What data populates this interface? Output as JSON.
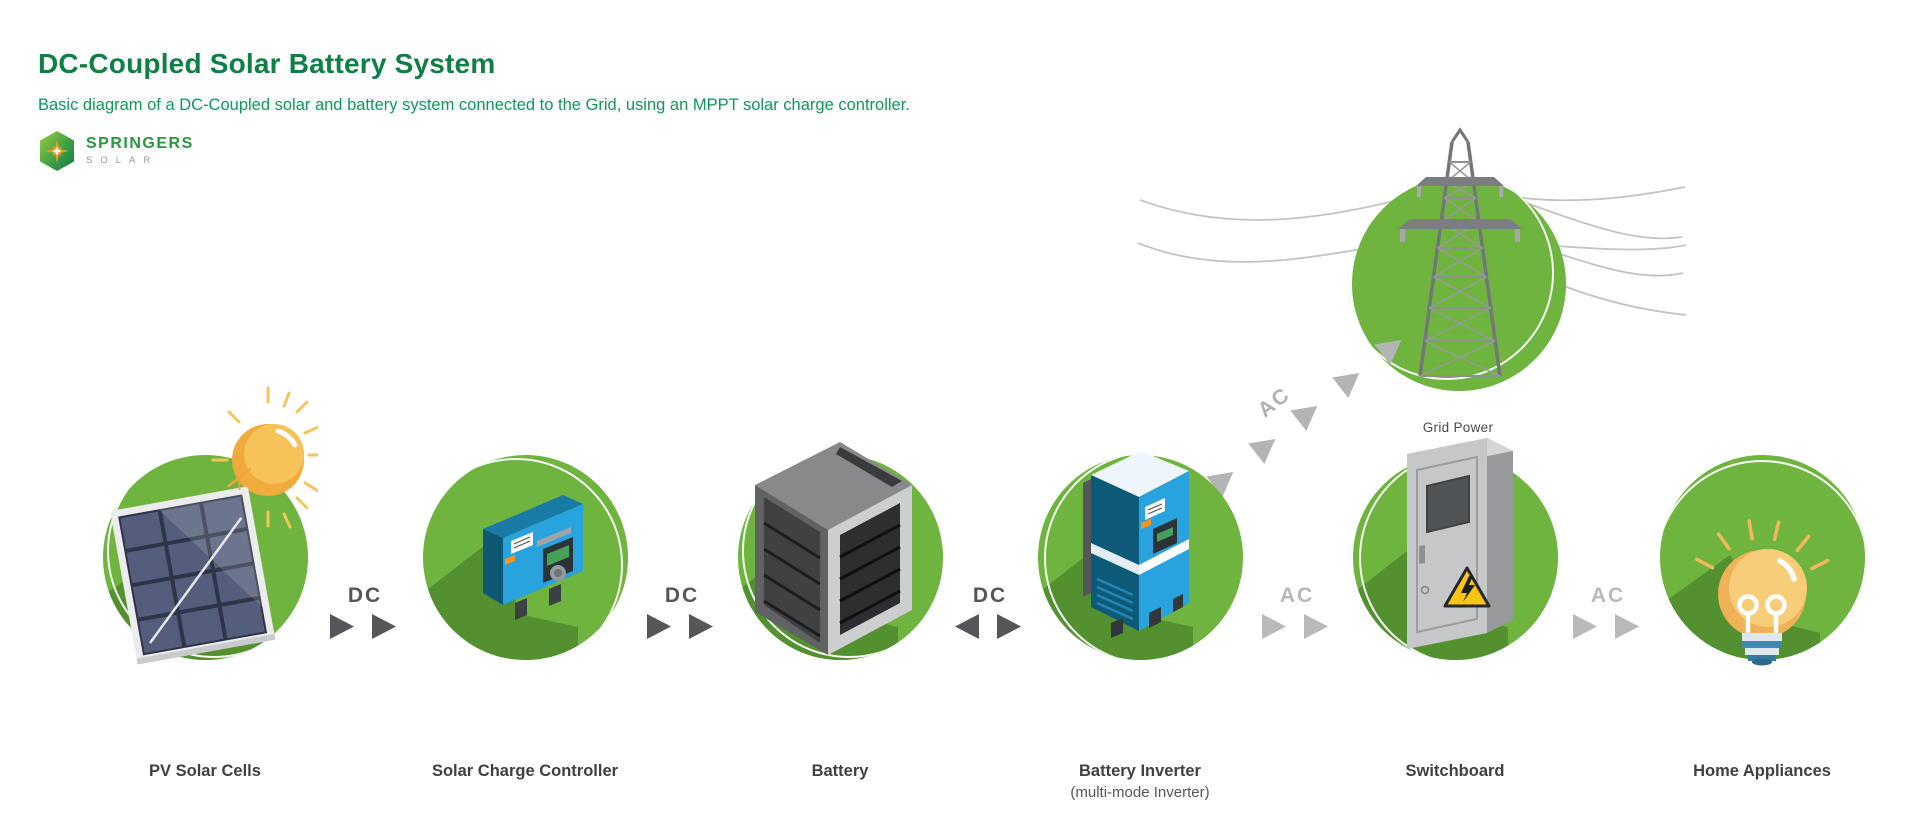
{
  "page": {
    "title": "DC-Coupled Solar Battery System",
    "subtitle": "Basic diagram of a DC-Coupled solar and battery system connected to the Grid, using an MPPT solar charge controller."
  },
  "logo": {
    "name": "SPRINGERS",
    "tagline": "SOLAR"
  },
  "grid_power": {
    "label": "Grid Power"
  },
  "components": [
    {
      "label": "PV Solar Cells",
      "icon": "solar-panel-icon"
    },
    {
      "label": "Solar Charge Controller",
      "icon": "charge-controller-icon"
    },
    {
      "label": "Battery",
      "icon": "battery-rack-icon"
    },
    {
      "label": "Battery Inverter",
      "sublabel": "(multi-mode Inverter)",
      "icon": "inverter-icon"
    },
    {
      "label": "Switchboard",
      "icon": "switchboard-icon"
    },
    {
      "label": "Home Appliances",
      "icon": "lightbulb-icon"
    }
  ],
  "connections": [
    {
      "label": "DC",
      "from": "PV Solar Cells",
      "to": "Solar Charge Controller",
      "direction": "right"
    },
    {
      "label": "DC",
      "from": "Solar Charge Controller",
      "to": "Battery",
      "direction": "right"
    },
    {
      "label": "DC",
      "from": "Battery",
      "to": "Battery Inverter",
      "direction": "both"
    },
    {
      "label": "AC",
      "from": "Battery Inverter",
      "to": "Switchboard",
      "direction": "right"
    },
    {
      "label": "AC",
      "from": "Switchboard",
      "to": "Home Appliances",
      "direction": "right"
    },
    {
      "label": "AC",
      "from": "Battery Inverter",
      "to": "Grid Power",
      "direction": "up-right"
    }
  ],
  "colors": {
    "title_green": "#0e7f45",
    "subtitle_green": "#13965a",
    "circle_green": "#6eb43e",
    "circle_shadow_green": "#539130",
    "dc_arrow_gray": "#55565a",
    "ac_arrow_gray": "#b7b9bb",
    "label_text": "#3f4041",
    "logo_orange": "#f7941e",
    "device_blue": "#29a3dd",
    "device_blue_dark": "#0d5a74",
    "sun_orange": "#f5b742",
    "warning_yellow": "#f9c414"
  }
}
